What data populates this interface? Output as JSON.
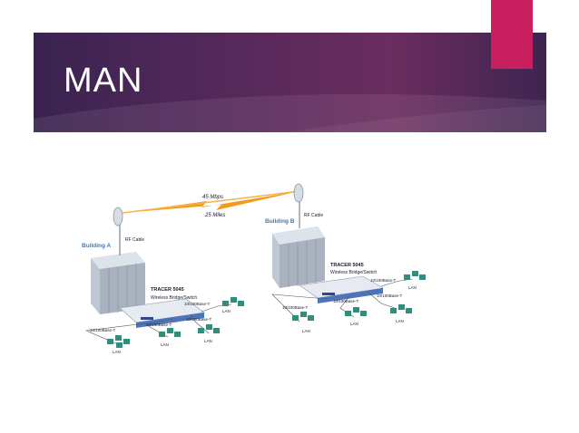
{
  "slide": {
    "title": "MAN",
    "colors": {
      "banner": "#5a2a5c",
      "accent": "#c8205e",
      "link": "#f39a1b"
    }
  },
  "diagram": {
    "link_speed": "45 Mbps",
    "link_distance": "25 Miles",
    "building_a": {
      "label": "Building A",
      "antenna_label": "RF Cable",
      "device_name": "TRACER 5045",
      "device_desc": "Wireless Bridge/Switch",
      "ports": [
        "10/100Base-T",
        "10/100Base-T",
        "10/100Base-T",
        "10/100Base-T"
      ],
      "lans": [
        "LAN",
        "LAN",
        "LAN",
        "LAN"
      ]
    },
    "building_b": {
      "label": "Building B",
      "antenna_label": "RF Cable",
      "device_name": "TRACER 5045",
      "device_desc": "Wireless Bridge/Switch",
      "ports": [
        "10/100Base-T",
        "10/100Base-T",
        "10/100Base-T",
        "10/100Base-T"
      ],
      "lans": [
        "LAN",
        "LAN",
        "LAN",
        "LAN"
      ]
    }
  }
}
